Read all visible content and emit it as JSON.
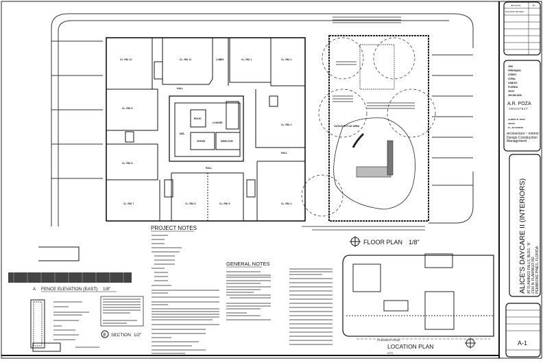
{
  "floor_plan": {
    "rooms": [
      {
        "id": "cl-rm-10",
        "label": "CL. RM. 10"
      },
      {
        "id": "cl-rm-11",
        "label": "CL. RM. 11"
      },
      {
        "id": "lobby",
        "label": "LOBBY"
      },
      {
        "id": "cl-rm-1",
        "label": "CL. RM. 1"
      },
      {
        "id": "cl-rm-2",
        "label": "CL. RM. 2"
      },
      {
        "id": "cl-rm-9",
        "label": "CL. RM. 9"
      },
      {
        "id": "cl-rm-3",
        "label": "CL. RM. 3"
      },
      {
        "id": "cl-rm-8",
        "label": "CL. RM. 8"
      },
      {
        "id": "cl-rm-7",
        "label": "CL. RM. 7"
      },
      {
        "id": "cl-rm-6",
        "label": "CL. RM. 6"
      },
      {
        "id": "cl-rm-5",
        "label": "CL. RM. 5"
      },
      {
        "id": "cl-rm-4",
        "label": "CL. RM. 4"
      },
      {
        "id": "office",
        "label": "OFFICE"
      },
      {
        "id": "director",
        "label": "DIRECTOR"
      },
      {
        "id": "book",
        "label": "BOOK"
      },
      {
        "id": "mul",
        "label": "MUL."
      },
      {
        "id": "lounge",
        "label": "LOUNGE"
      }
    ],
    "hall_label": "HALL",
    "play_area_label": "OUTDOOR PLAY AREA",
    "title": "FLOOR PLAN",
    "scale": "1/8\""
  },
  "notes": {
    "project_notes_title": "PROJECT NOTES",
    "general_notes_title": "GENERAL NOTES"
  },
  "details": {
    "fence_elevation_marker": "A",
    "fence_elevation_title": "FENCE ELEVATION (EAST)",
    "fence_elevation_scale": "1/8\"",
    "section_marker": "B",
    "section_title": "SECTION",
    "section_scale": "1/2\""
  },
  "location_plan": {
    "title": "LOCATION PLAN",
    "scale": "NTS",
    "road_label": "FLAMINGO ROAD"
  },
  "title_block": {
    "revision_header": "REVISION",
    "by_header": "BY",
    "revision_1": "BUILDING REVIEW",
    "architect_address": [
      "1900",
      "FERDINAND",
      "STREET",
      "CORAL",
      "GABLES",
      "FLORIDA",
      "33134",
      "305-285-4326"
    ],
    "architect_name": "A.R. POZA",
    "architect_subtitle": "ARCHITECT",
    "architect_person": "ALBERT R. POZA",
    "architect_role": "AR/AIA",
    "architect_license": "FL. AR 0009525",
    "architect_services": "Architecture * Interior Design Construction Management",
    "project_title": "ALICE'S DAYCARE II (INTERIORS)",
    "project_line1": "AT FLAMINGO FALLS, BLDG. \"A\"",
    "project_line2": "2100 N. FLAMINGO RD.",
    "project_line3": "PEMBROKE PINES, FLORIDA",
    "sheet_number": "A-1"
  }
}
